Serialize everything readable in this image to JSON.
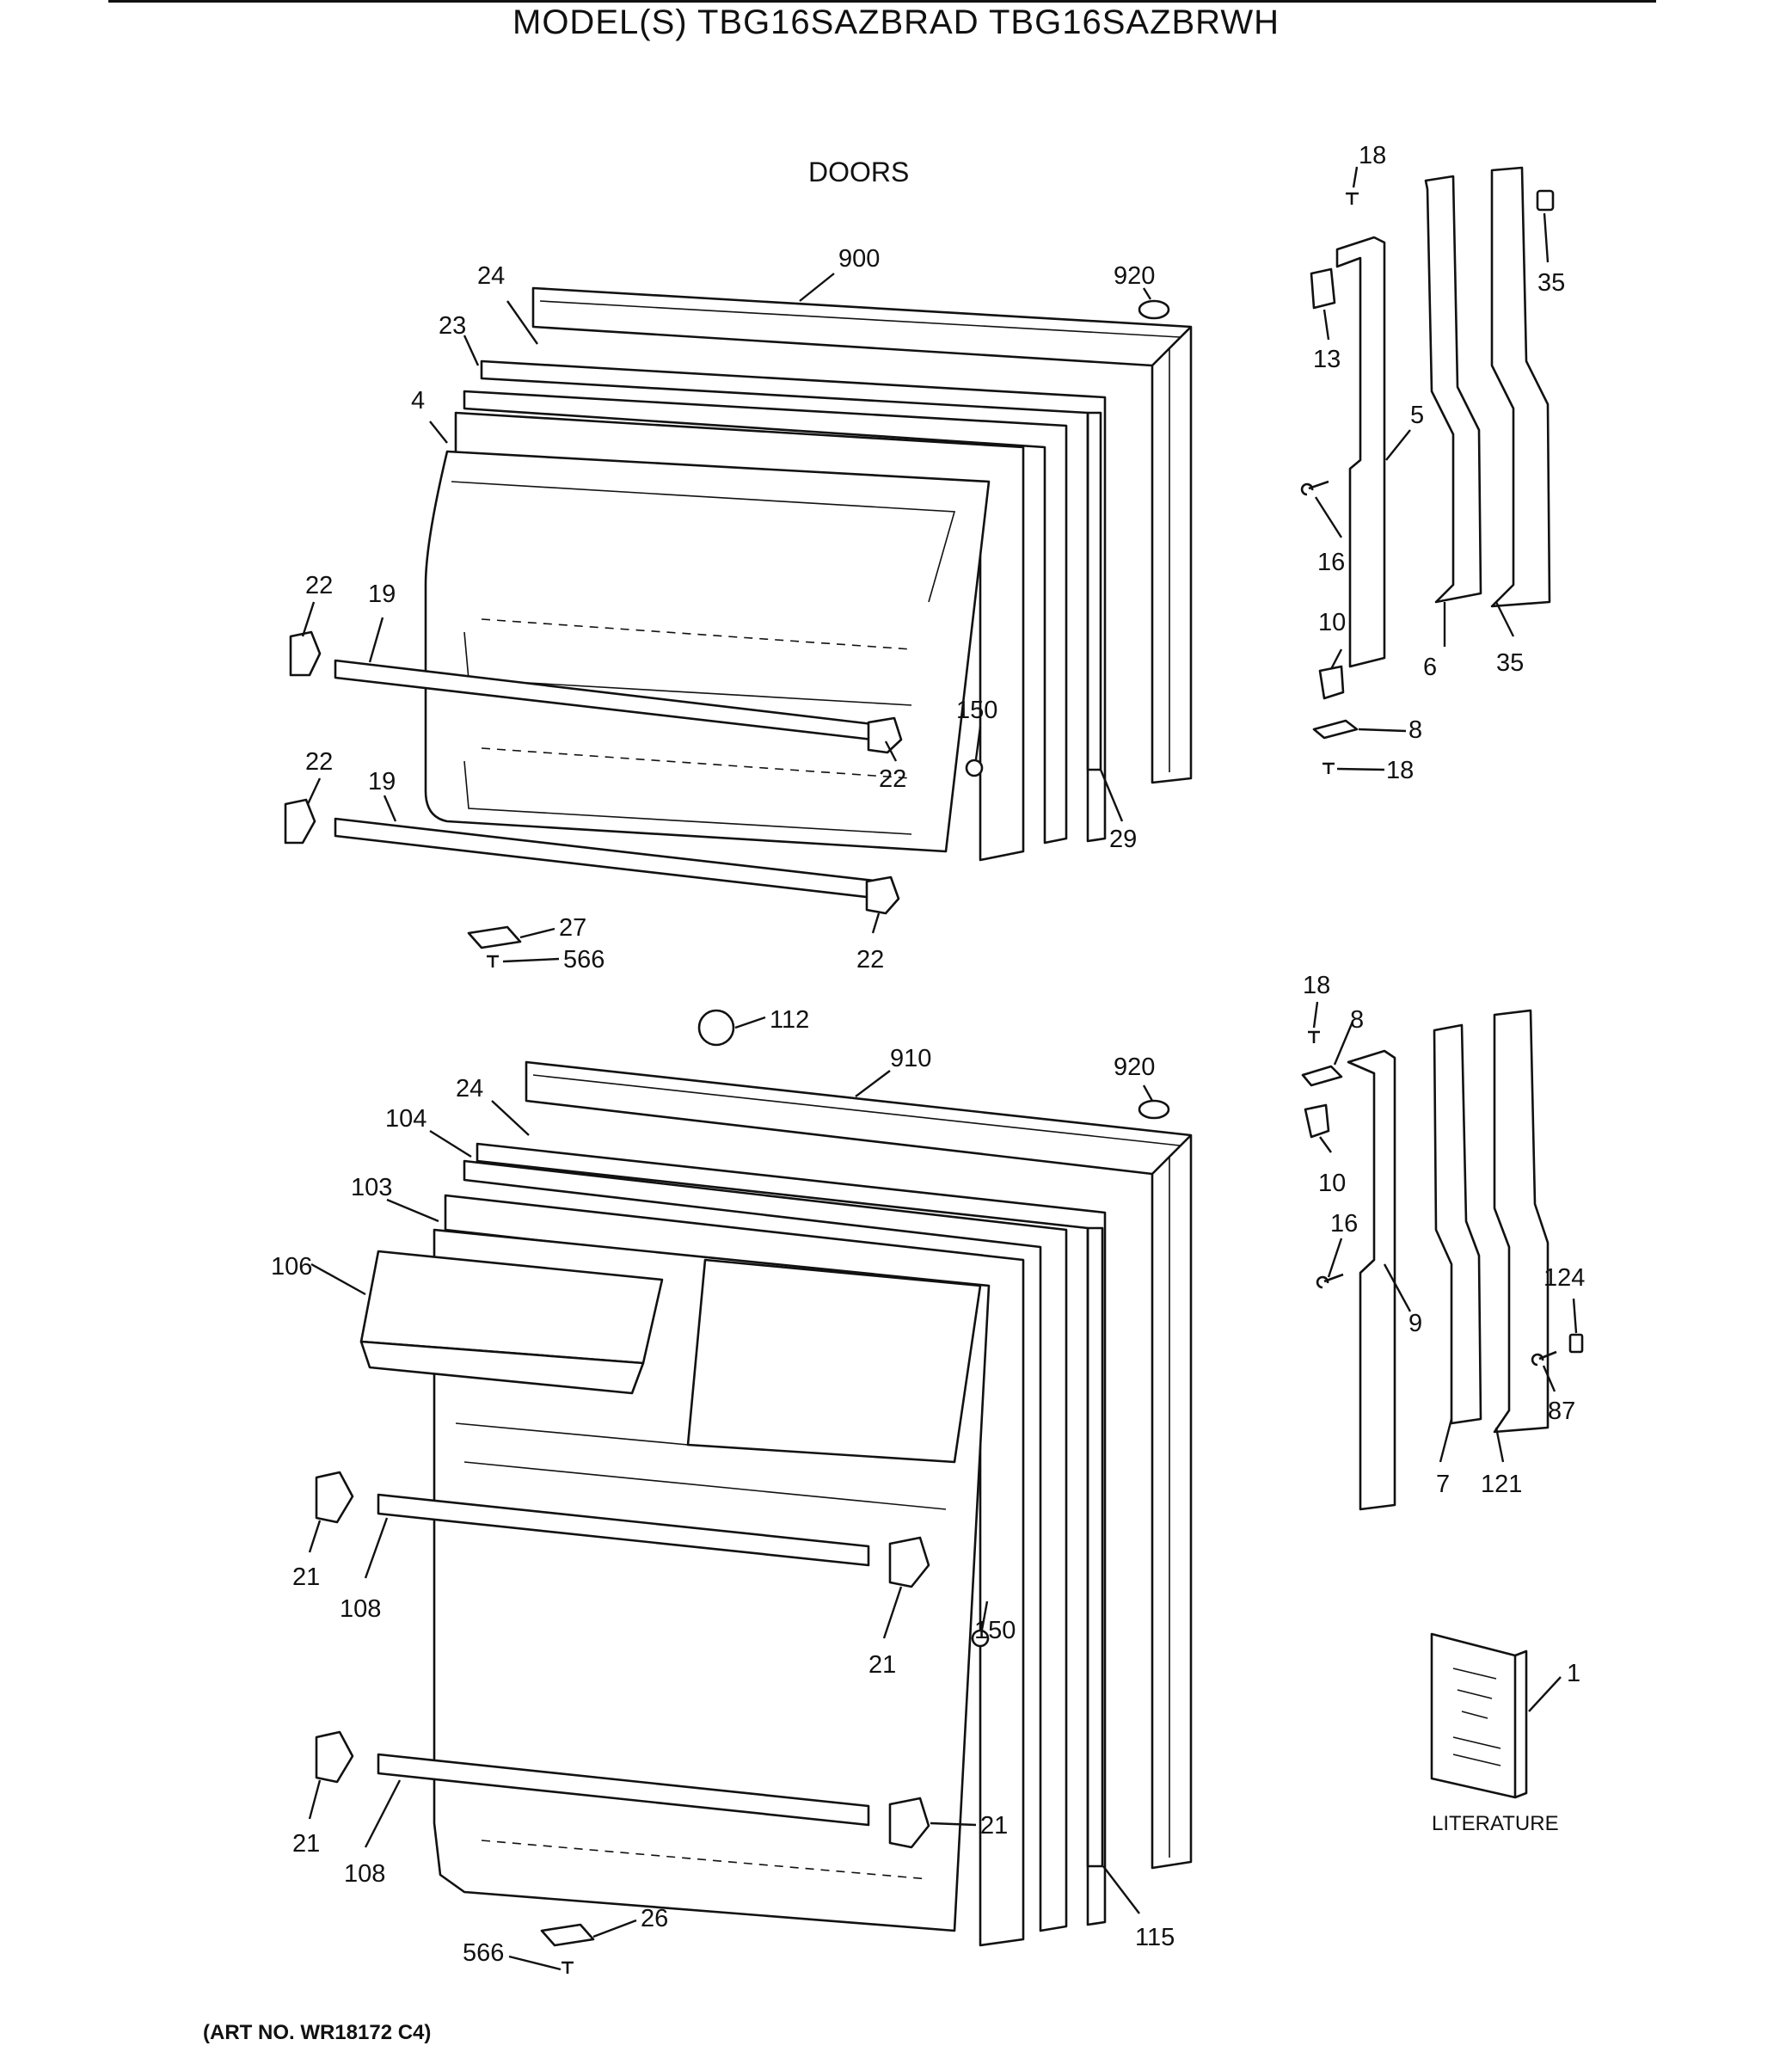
{
  "header": {
    "title": "MODEL(S) TBG16SAZBRAD  TBG16SAZBRWH",
    "section": "DOORS"
  },
  "footer": {
    "art_no": "(ART NO. WR18172 C4)"
  },
  "literature_label": "LITERATURE",
  "callouts": {
    "c18a": "18",
    "c35a": "35",
    "c900": "900",
    "c920a": "920",
    "c24a": "24",
    "c13": "13",
    "c23": "23",
    "c5": "5",
    "c4": "4",
    "c16a": "16",
    "c22a": "22",
    "c19a": "19",
    "c10a": "10",
    "c6": "6",
    "c35b": "35",
    "c150a": "150",
    "c8a": "8",
    "c18b": "18",
    "c22b": "22",
    "c19b": "19",
    "c22c": "22",
    "c29": "29",
    "c27": "27",
    "c566a": "566",
    "c22d": "22",
    "c18c": "18",
    "c112": "112",
    "c910": "910",
    "c920b": "920",
    "c8b": "8",
    "c24b": "24",
    "c104": "104",
    "c10b": "10",
    "c103": "103",
    "c16b": "16",
    "c106": "106",
    "c124": "124",
    "c9": "9",
    "c87": "87",
    "c7": "7",
    "c121": "121",
    "c21a": "21",
    "c108a": "108",
    "c150b": "150",
    "c21b": "21",
    "c1": "1",
    "c21c": "21",
    "c21d": "21",
    "c108b": "108",
    "c26": "26",
    "c115": "115",
    "c566b": "566"
  }
}
